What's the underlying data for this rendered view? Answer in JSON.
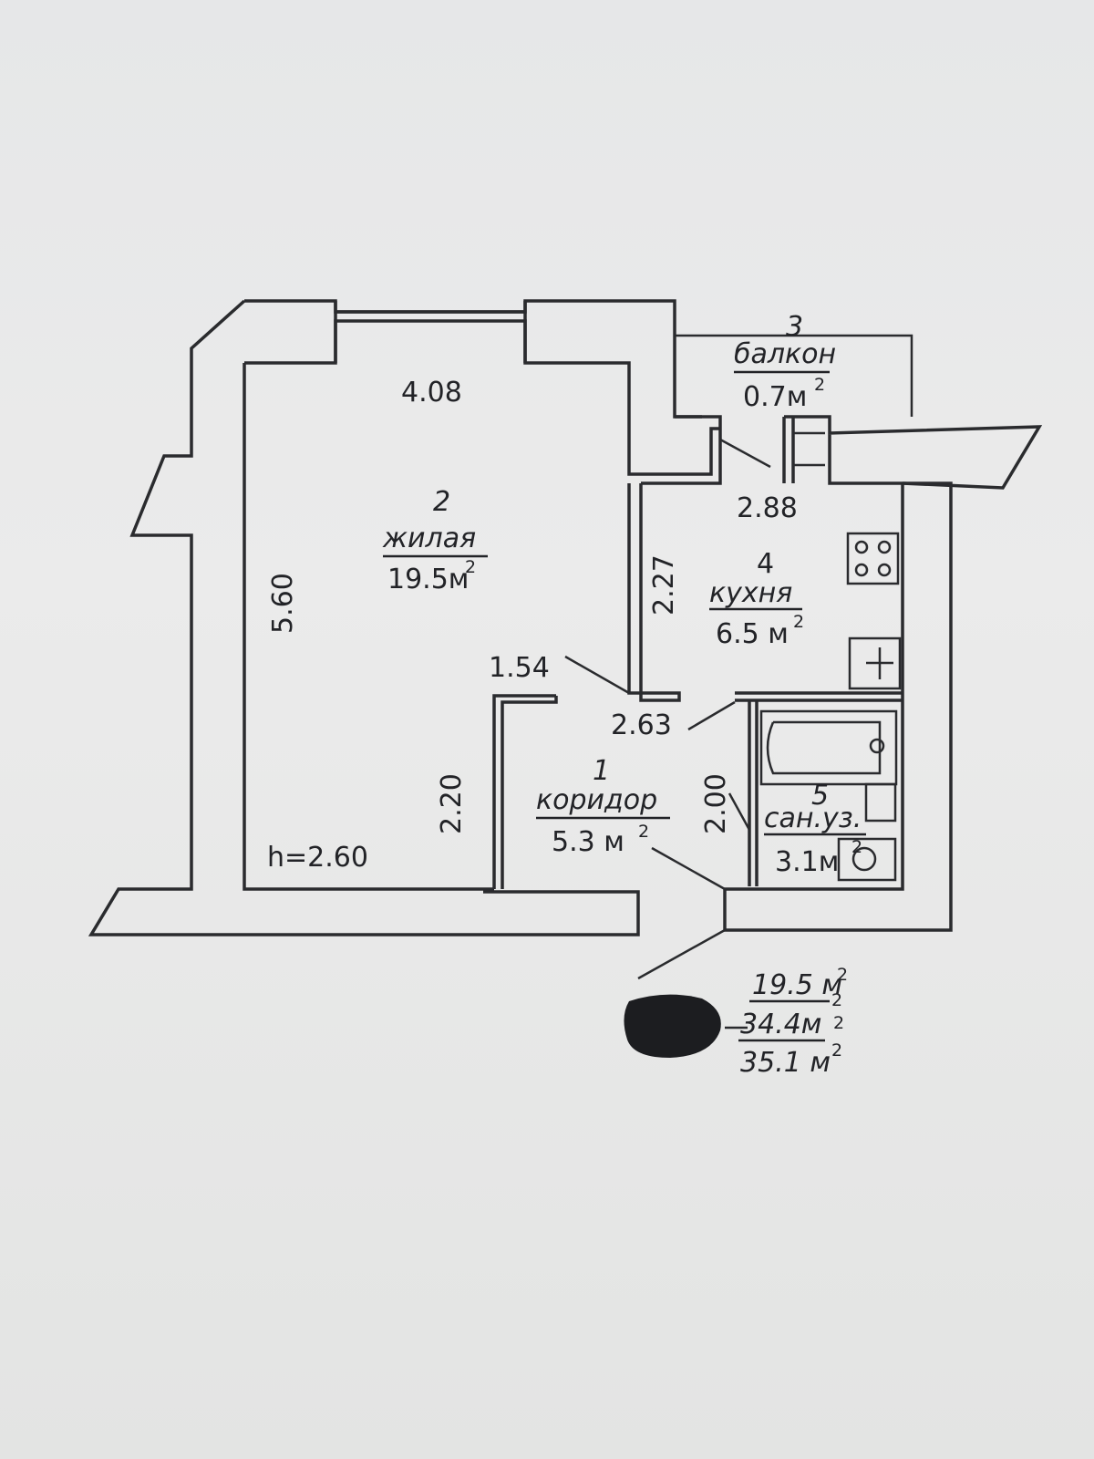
{
  "rooms": [
    {
      "num": "1",
      "name": "коридор",
      "area": "5.3 м"
    },
    {
      "num": "2",
      "name": "жилая",
      "area": "19.5м"
    },
    {
      "num": "3",
      "name": "балкон",
      "area": "0.7м"
    },
    {
      "num": "4",
      "name": "кухня",
      "area": "6.5 м"
    },
    {
      "num": "5",
      "name": "сан.уз.",
      "area": "3.1м"
    }
  ],
  "dimensions": {
    "d_4_08": "4.08",
    "d_5_60": "5.60",
    "d_2_20": "2.20",
    "d_1_54": "1.54",
    "d_2_27": "2.27",
    "d_2_88": "2.88",
    "d_2_63": "2.63",
    "d_2_00": "2.00",
    "height": "h=2.60"
  },
  "summary": {
    "living": "19.5 м",
    "total": "34.4м",
    "total_with_balcony": "35.1 м"
  },
  "units": {
    "squared": "2"
  },
  "colors": {
    "ink": "#2a2b2e",
    "paper": "#e8e8e8"
  }
}
